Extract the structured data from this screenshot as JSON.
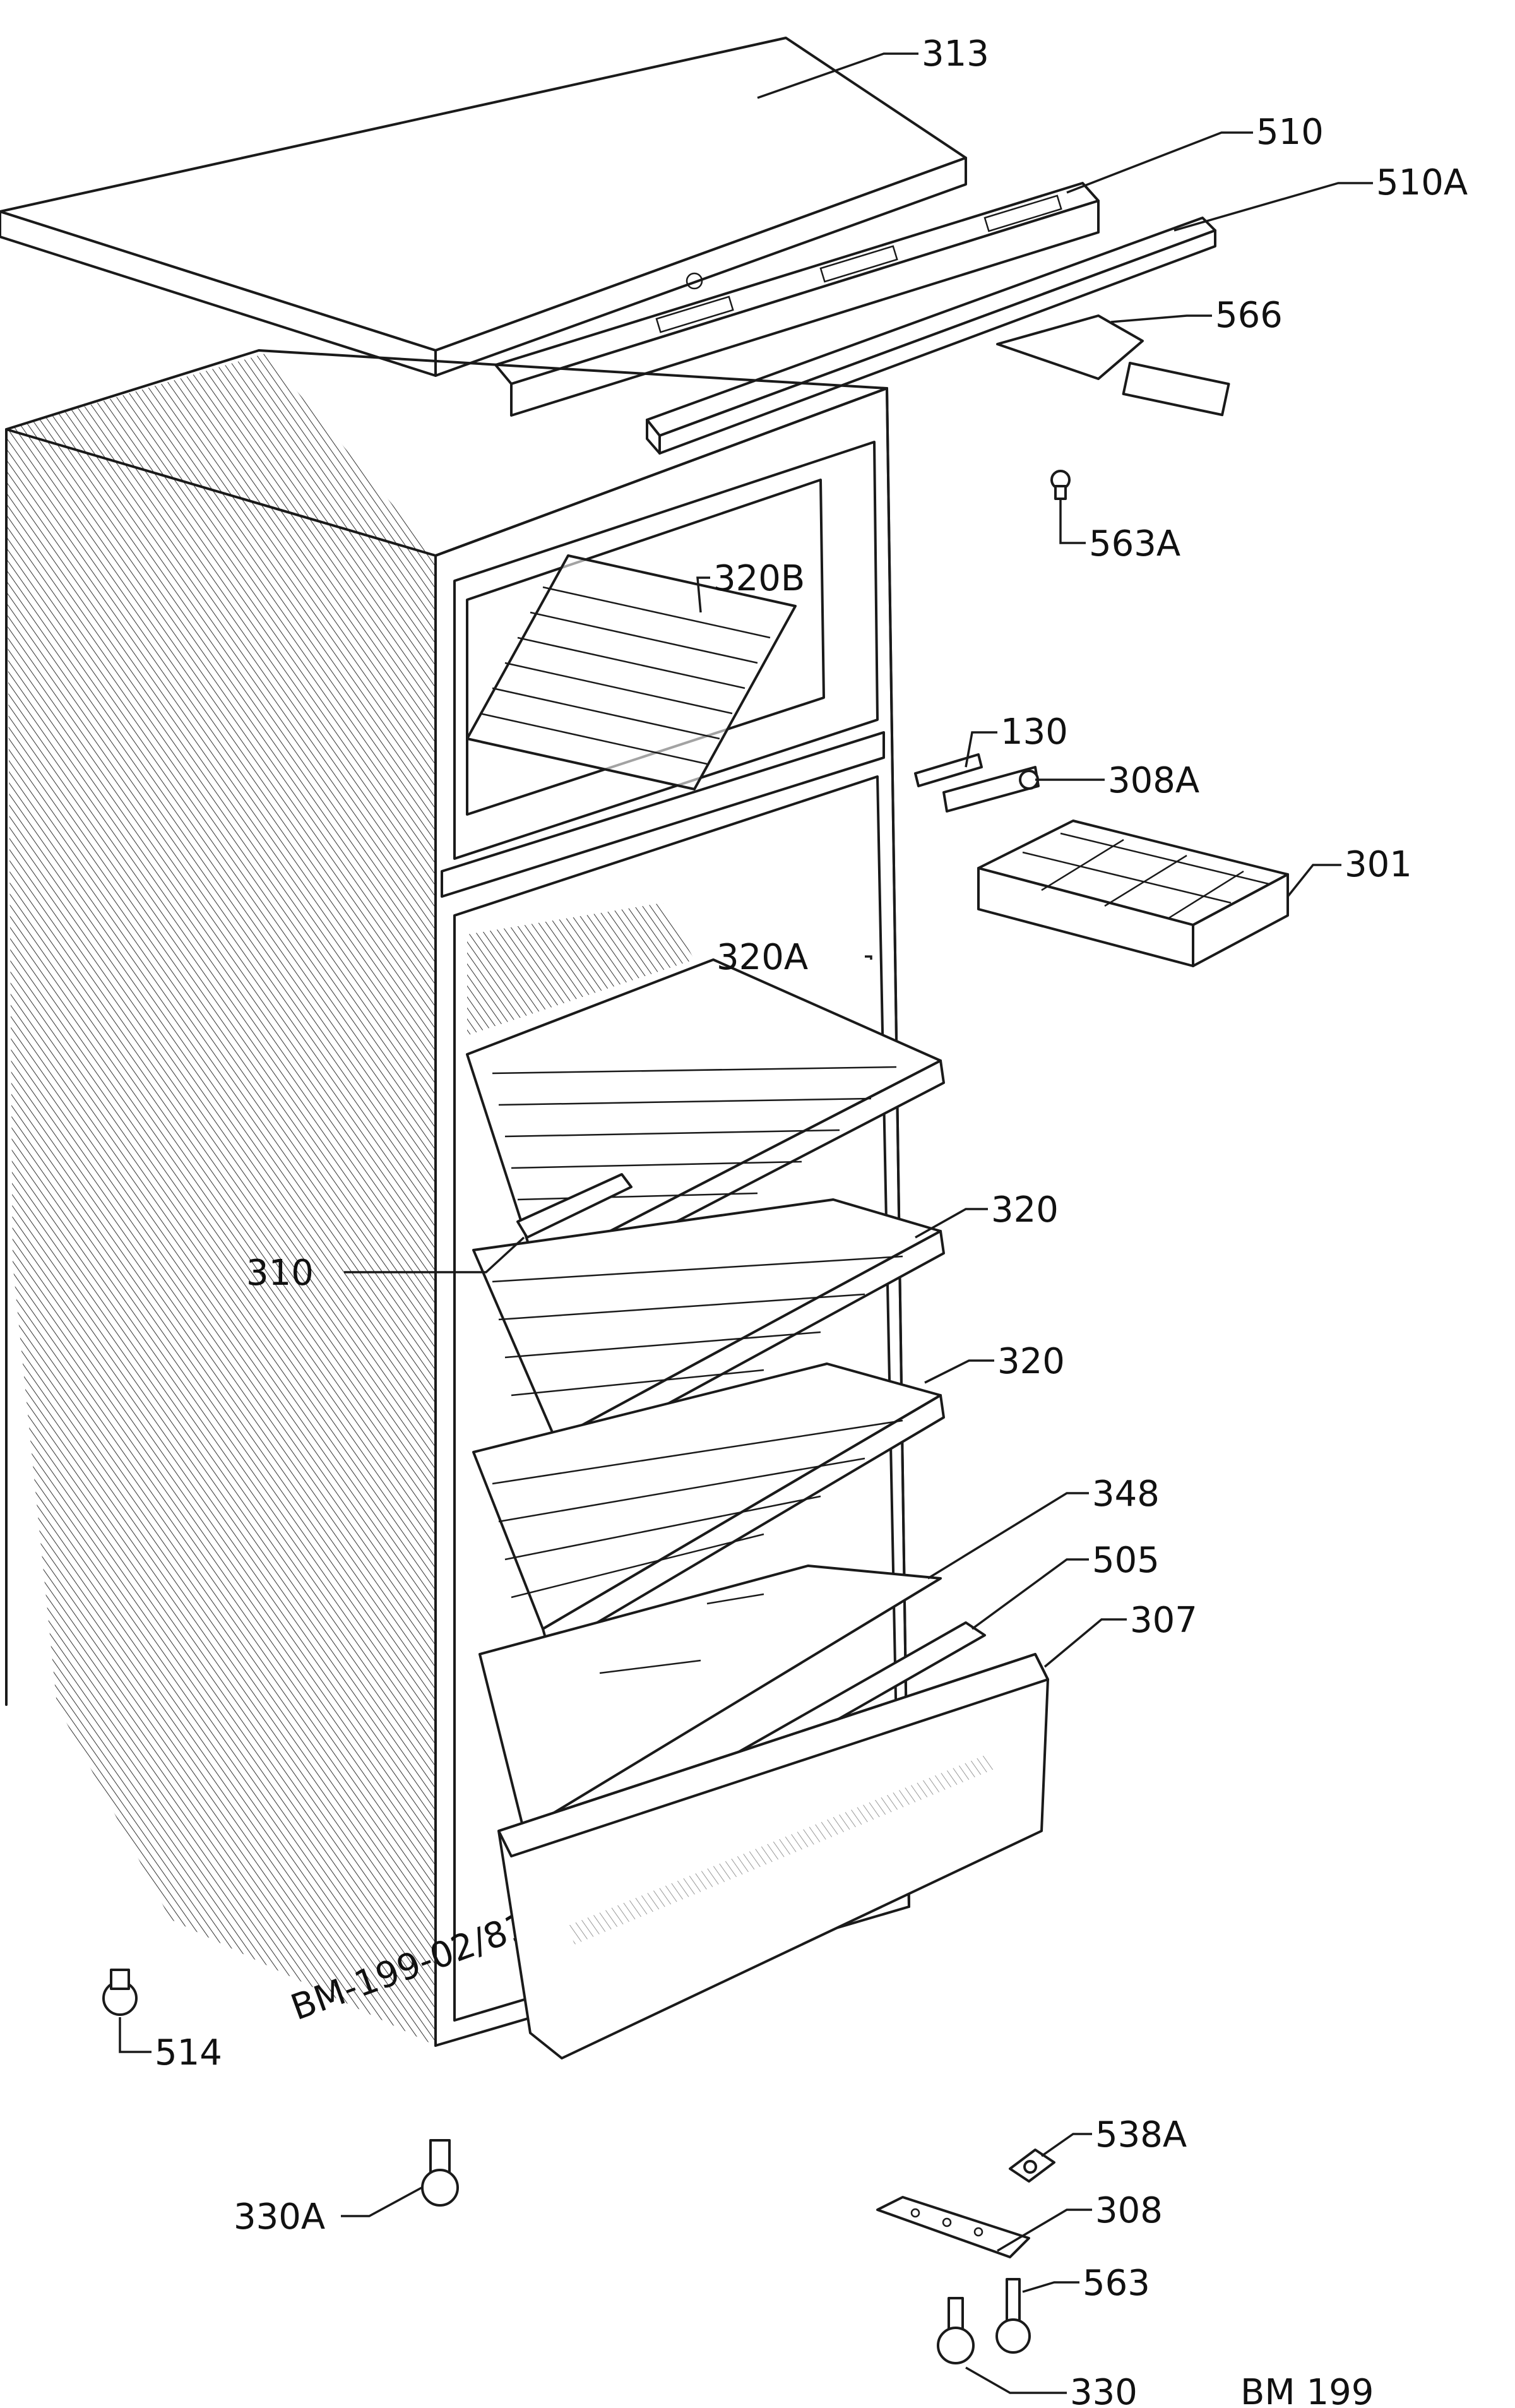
{
  "diagram": {
    "code": "BM 199",
    "edge_marking": "BM-199-02/81",
    "parts": {
      "p313": "313",
      "p510": "510",
      "p510A": "510A",
      "p566": "566",
      "p563A": "563A",
      "p320B": "320B",
      "p130": "130",
      "p308A": "308A",
      "p301": "301",
      "p320A": "320A",
      "p310": "310",
      "p320_1": "320",
      "p320_2": "320",
      "p348": "348",
      "p505": "505",
      "p307": "307",
      "p514": "514",
      "p538A": "538A",
      "p308": "308",
      "p330A": "330A",
      "p563": "563",
      "p330": "330"
    }
  }
}
